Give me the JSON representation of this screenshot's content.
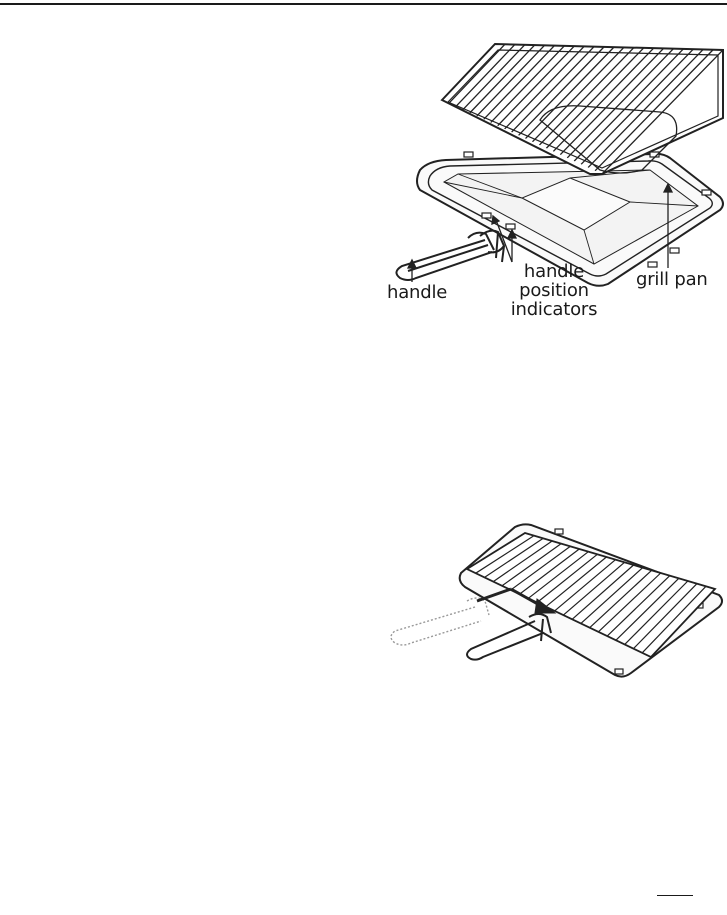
{
  "figure_top": {
    "labels": {
      "handle": "handle",
      "indicators": "handle position indicators",
      "grill_pan": "grill pan"
    }
  },
  "figure_bottom": {}
}
